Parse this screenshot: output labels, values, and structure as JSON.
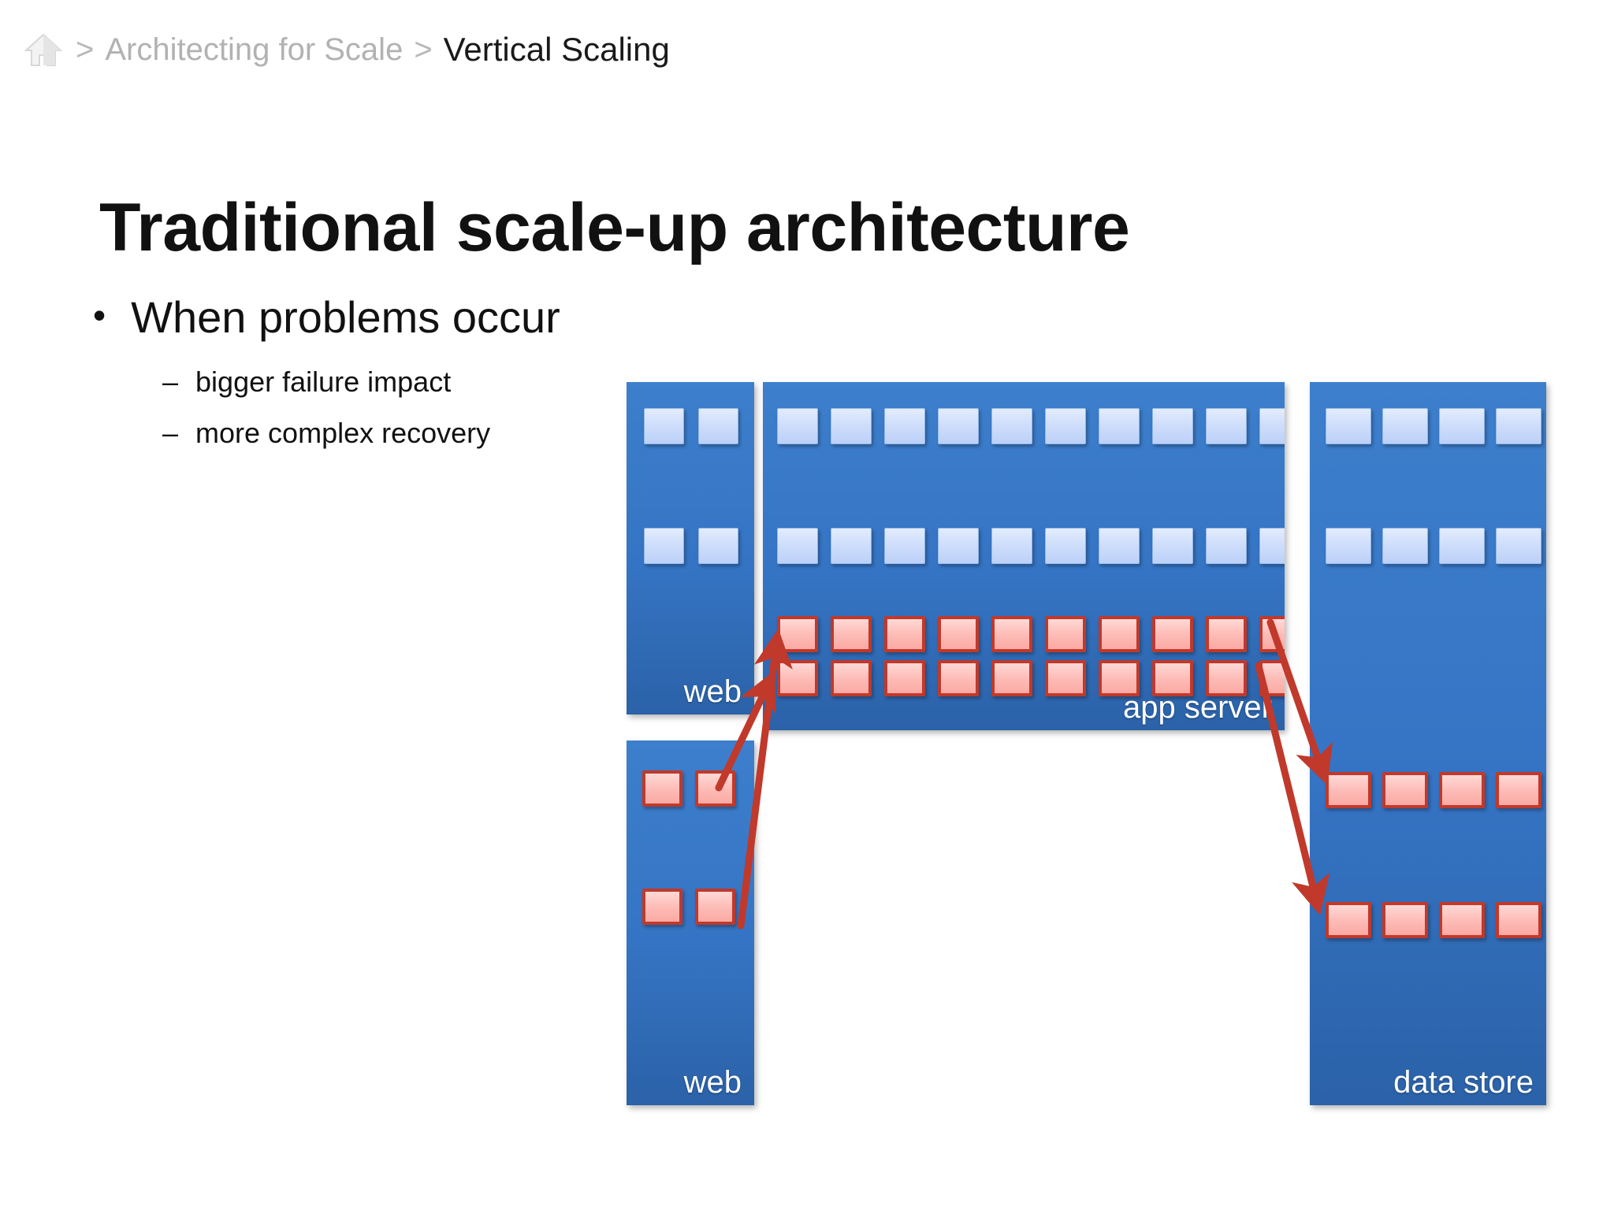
{
  "breadcrumb": {
    "home_icon": "home-icon",
    "separator": ">",
    "parent": "Architecting for Scale",
    "current": "Vertical Scaling"
  },
  "title": "Traditional scale-up architecture",
  "bullets": {
    "marker": "•",
    "dash": "–",
    "level1": "When problems occur",
    "level2": [
      "bigger failure impact",
      "more complex recovery"
    ]
  },
  "colors": {
    "panel_blue": "#3574c4",
    "panel_blue_dark": "#2b62a8",
    "cell_blue": "#cfdefb",
    "cell_pink": "#fbb0aa",
    "cell_pink_border": "#c0392b",
    "arrow_red": "#c0392b",
    "title_text": "#111111",
    "breadcrumb_muted": "#b2b2b2",
    "label_text": "#ffffff",
    "background": "#ffffff"
  },
  "diagram": {
    "type": "architecture",
    "panels": [
      {
        "id": "web-top",
        "label": "web",
        "rows": [
          {
            "state": "ok",
            "count": 2
          },
          {
            "state": "ok",
            "count": 2
          }
        ]
      },
      {
        "id": "app-server",
        "label": "app server",
        "rows": [
          {
            "state": "ok",
            "count": 10
          },
          {
            "state": "ok",
            "count": 10
          },
          {
            "state": "failed",
            "count": 10
          },
          {
            "state": "failed",
            "count": 10
          }
        ]
      },
      {
        "id": "data-store",
        "label": "data store",
        "rows": [
          {
            "state": "ok",
            "count": 4
          },
          {
            "state": "ok",
            "count": 4
          },
          {
            "state": "failed",
            "count": 4
          },
          {
            "state": "failed",
            "count": 4
          }
        ]
      },
      {
        "id": "web-bottom",
        "label": "web",
        "rows": [
          {
            "state": "failed",
            "count": 2
          },
          {
            "state": "failed",
            "count": 2
          }
        ]
      }
    ],
    "arrows": [
      {
        "id": "web-to-app-1",
        "from": "web-bottom",
        "to": "app-server",
        "direction": "up-right"
      },
      {
        "id": "web-to-app-2",
        "from": "web-bottom",
        "to": "app-server",
        "direction": "up-right"
      },
      {
        "id": "app-to-store-1",
        "from": "app-server",
        "to": "data-store",
        "direction": "down-right"
      },
      {
        "id": "app-to-store-2",
        "from": "app-server",
        "to": "data-store",
        "direction": "down-right"
      }
    ]
  }
}
